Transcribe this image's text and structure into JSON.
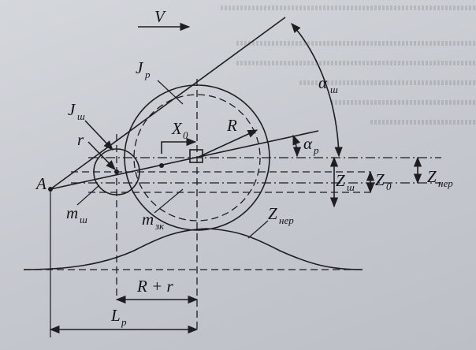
{
  "labels": {
    "V": "V",
    "alpha_sh": "α",
    "alpha_sh_sub": "ш",
    "J_p": "J",
    "J_p_sub": "р",
    "J_sh": "J",
    "J_sh_sub": "ш",
    "X0": "X",
    "X0_sub": "0",
    "R": "R",
    "r": "r",
    "alpha_p": "α",
    "alpha_p_sub": "р",
    "A": "A",
    "Z_sh": "Z",
    "Z_sh_sub": "ш",
    "Z0": "Z",
    "Z0_sub": "0",
    "Z_ner": "Z",
    "Z_ner_sub": "нер",
    "m_sh": "m",
    "m_sh_sub": "ш",
    "m_zk": "m",
    "m_zk_sub": "зк",
    "Z_ner_curve": "Z",
    "Z_ner_curve_sub": "нер",
    "R_plus_r": "R + r",
    "L_p": "L",
    "L_p_sub": "р"
  }
}
